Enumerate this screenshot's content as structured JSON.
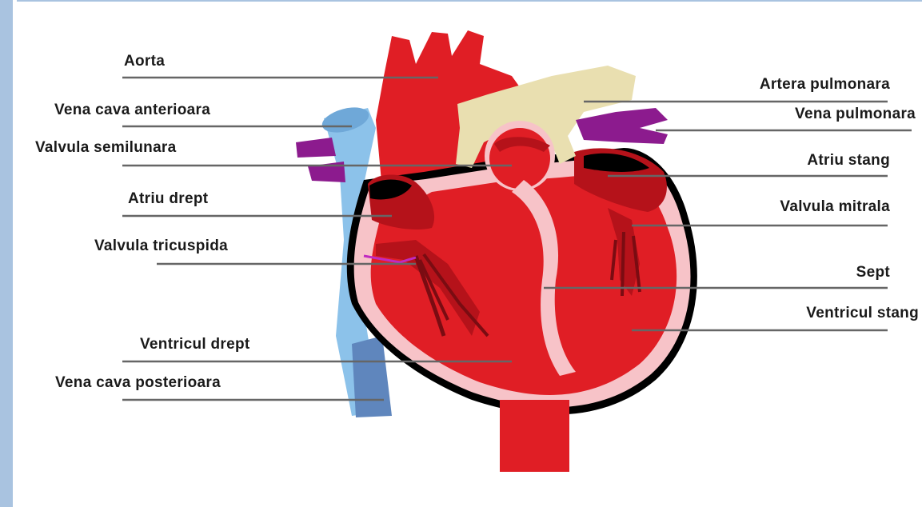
{
  "labels": {
    "aorta": "Aorta",
    "vena_cava_anterioara": "Vena cava anterioara",
    "valvula_semilunara": "Valvula semilunara",
    "atriu_drept": "Atriu drept",
    "valvula_tricuspida": "Valvula tricuspida",
    "ventricul_drept": "Ventricul drept",
    "vena_cava_posterioara": "Vena cava posterioara",
    "artera_pulmonara": "Artera pulmonara",
    "vena_pulmonara": "Vena pulmonara",
    "atriu_stang": "Atriu stang",
    "valvula_mitrala": "Valvula mitrala",
    "sept": "Sept",
    "ventricul_stang": "Ventricul stang"
  },
  "colors": {
    "frame": "#a9c3e0",
    "heart_red": "#e01e25",
    "dark_red": "#b5121a",
    "pink_lining": "#f7c3c8",
    "vena_cava_blue": "#8cc2ea",
    "vena_cava_dark": "#5f86bd",
    "artery_beige": "#e9dfb0",
    "pulmonary_vein_purple": "#8c1b8e",
    "outline": "#000000"
  }
}
